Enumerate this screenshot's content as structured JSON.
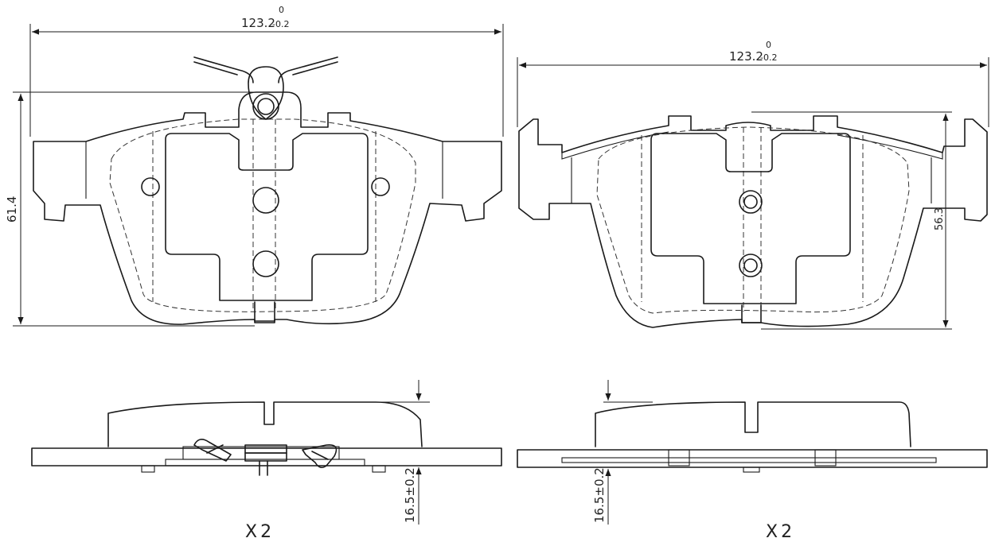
{
  "dimensions": {
    "left_width": {
      "nominal": "123.2",
      "upper": "0",
      "lower": "-0.2"
    },
    "right_width": {
      "nominal": "123.2",
      "upper": "0",
      "lower": "-0.2"
    },
    "left_height": "61.4",
    "right_height": "56.3",
    "left_thickness": "16.5±0.2",
    "right_thickness": "16.5±0.2"
  },
  "quantities": {
    "left": "X2",
    "right": "X2"
  }
}
